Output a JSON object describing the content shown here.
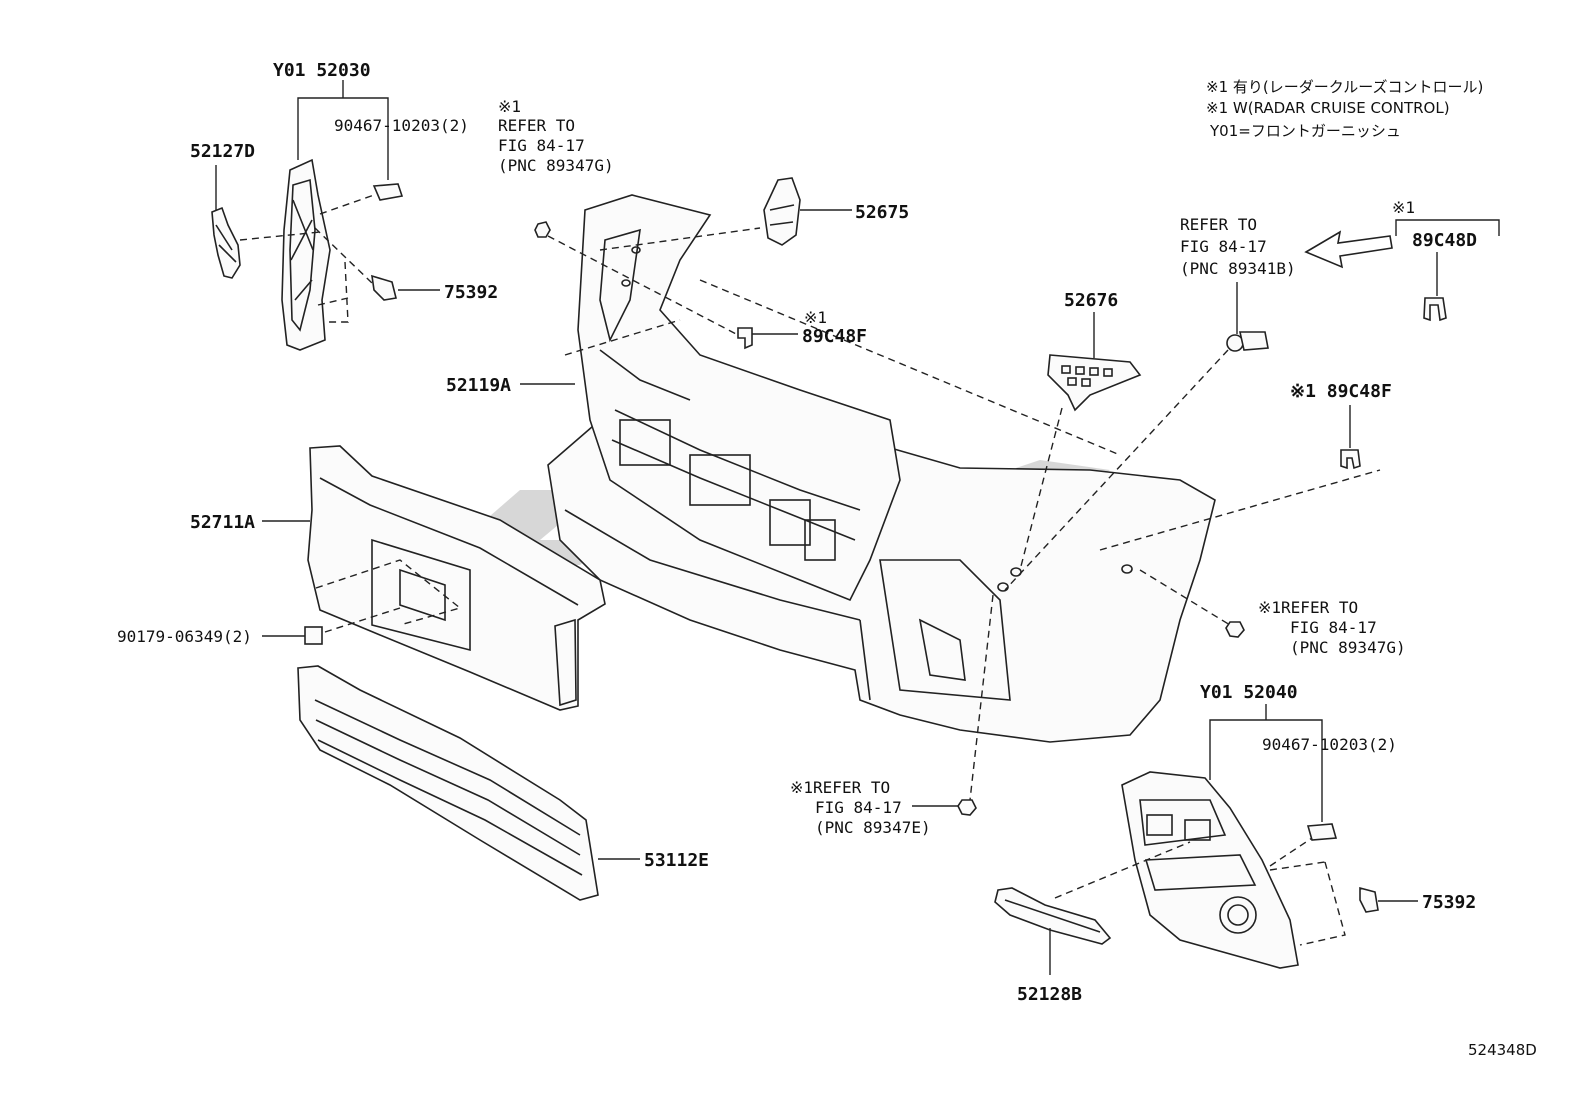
{
  "diagram_id": "524348D",
  "notes": {
    "line1": "※1 有り(レーダークルーズコントロール)",
    "line2": "※1 W(RADAR CRUISE CONTROL)",
    "line3": "Y01=フロントガーニッシュ"
  },
  "labels": {
    "y01_52030": "Y01 52030",
    "p90467_top": "90467-10203(2)",
    "p52127d": "52127D",
    "p75392_top": "75392",
    "p52675": "52675",
    "ref1_mark": "※1",
    "ref1_l1": "REFER TO",
    "ref1_l2": "FIG 84-17",
    "ref1_l3": "(PNC 89347G)",
    "p89c48f_mark": "※1",
    "p89c48f": "89C48F",
    "p52119a": "52119A",
    "p52711a": "52711A",
    "p90179": "90179-06349(2)",
    "p53112e": "53112E",
    "ref2_l1": "※1REFER TO",
    "ref2_l2": "FIG 84-17",
    "ref2_l3": "(PNC 89347E)",
    "p52676": "52676",
    "ref3_l1": "REFER TO",
    "ref3_l2": "FIG 84-17",
    "ref3_l3": "(PNC 89341B)",
    "p89c48d_mark": "※1",
    "p89c48d": "89C48D",
    "p89c48f_r": "※1 89C48F",
    "ref4_l1": "※1REFER TO",
    "ref4_l2": "FIG 84-17",
    "ref4_l3": "(PNC 89347G)",
    "y01_52040": "Y01 52040",
    "p90467_r": "90467-10203(2)",
    "p75392_r": "75392",
    "p52128b": "52128B"
  }
}
